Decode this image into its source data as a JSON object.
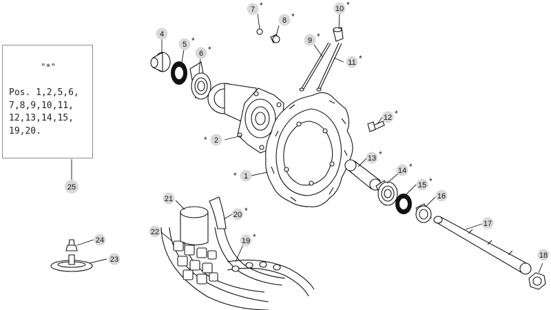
{
  "note": {
    "title": "\"*\"",
    "lines": [
      "Pos. 1,2,5,6,",
      "7,8,9,10,11,",
      "12,13,14,15,",
      "19,20."
    ],
    "callout": "25"
  },
  "callouts": [
    {
      "num": "1",
      "star": true
    },
    {
      "num": "2",
      "star": true
    },
    {
      "num": "4",
      "star": false
    },
    {
      "num": "5",
      "star": true
    },
    {
      "num": "6",
      "star": true
    },
    {
      "num": "7",
      "star": true
    },
    {
      "num": "8",
      "star": true
    },
    {
      "num": "9",
      "star": true
    },
    {
      "num": "10",
      "star": true
    },
    {
      "num": "11",
      "star": true
    },
    {
      "num": "12",
      "star": true
    },
    {
      "num": "13",
      "star": true
    },
    {
      "num": "14",
      "star": true
    },
    {
      "num": "15",
      "star": true
    },
    {
      "num": "16",
      "star": false
    },
    {
      "num": "17",
      "star": false
    },
    {
      "num": "18",
      "star": false
    },
    {
      "num": "19",
      "star": true
    },
    {
      "num": "20",
      "star": true
    },
    {
      "num": "21",
      "star": false
    },
    {
      "num": "22",
      "star": false
    },
    {
      "num": "23",
      "star": false
    },
    {
      "num": "24",
      "star": false
    }
  ],
  "star_symbol": "*"
}
